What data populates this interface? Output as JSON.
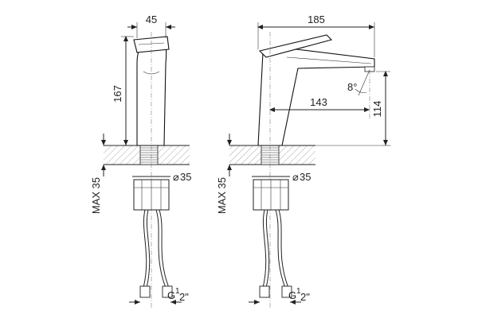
{
  "dimensions": {
    "front_width": "45",
    "front_height": "167",
    "front_diameter": "35",
    "front_max": "MAX 35",
    "front_thread_g": "G",
    "front_thread_frac_num": "1",
    "front_thread_frac_den": "2\"",
    "side_width": "185",
    "side_reach": "143",
    "side_height": "114",
    "side_angle": "8°",
    "side_diameter": "35",
    "side_max": "MAX 35",
    "side_thread_g": "G",
    "side_thread_frac_num": "1",
    "side_thread_frac_den": "2\""
  },
  "symbols": {
    "diameter": "⌀"
  }
}
